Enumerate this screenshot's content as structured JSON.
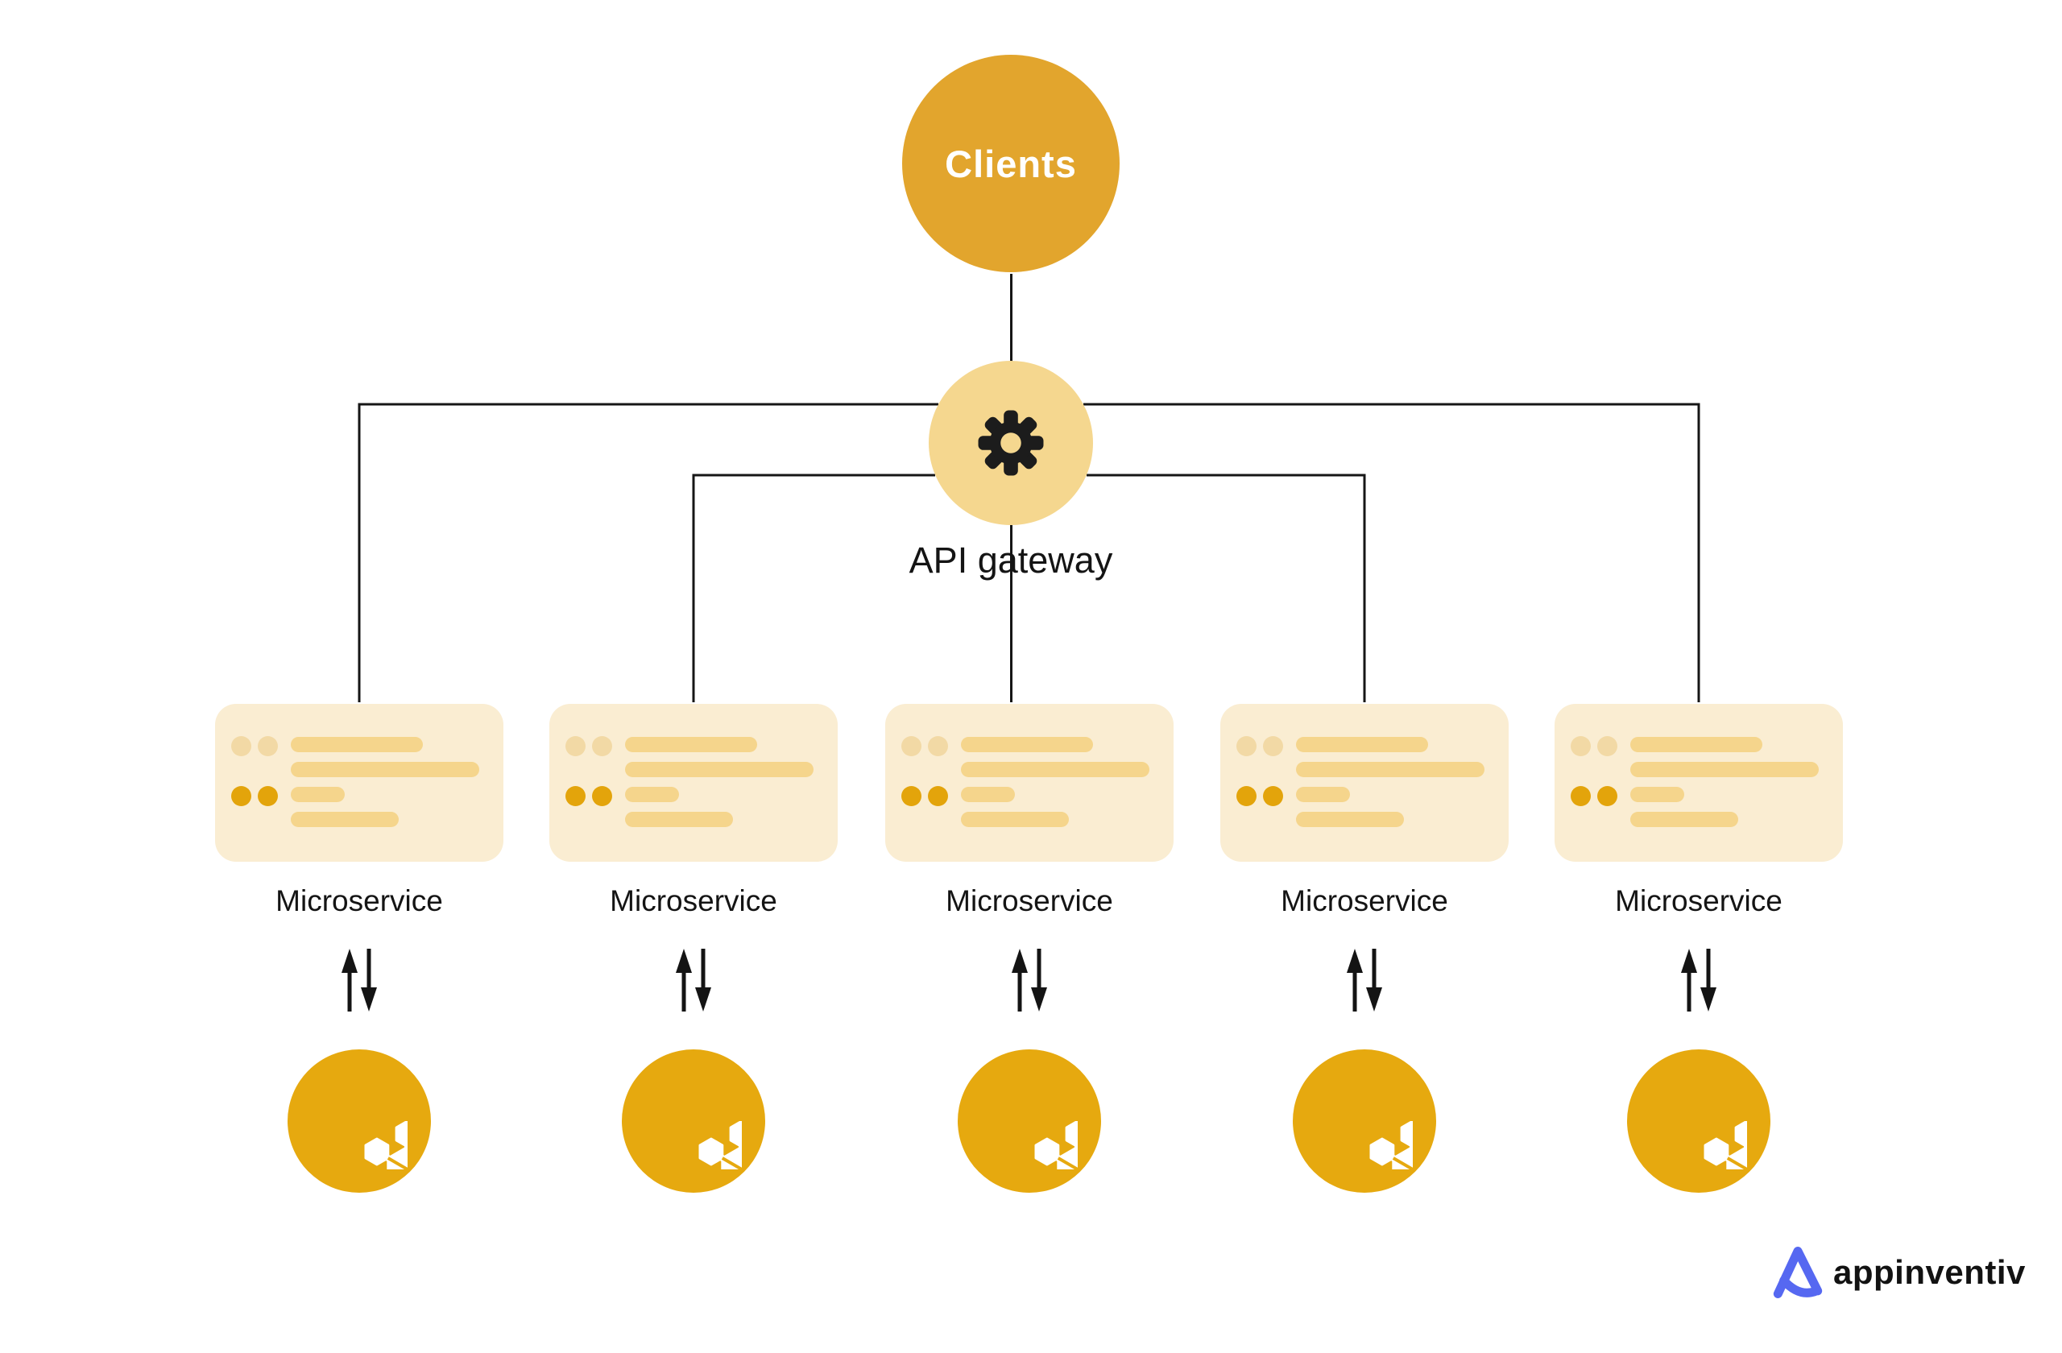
{
  "diagram": {
    "clients": {
      "label": "Clients"
    },
    "gateway": {
      "label": "API gateway",
      "icon": "gear-icon"
    },
    "microservices": [
      {
        "label": "Microservice"
      },
      {
        "label": "Microservice"
      },
      {
        "label": "Microservice"
      },
      {
        "label": "Microservice"
      },
      {
        "label": "Microservice"
      }
    ],
    "icons": {
      "gateway": "gear-icon",
      "service_node": "cube-network-icon",
      "exchange": "up-down-arrows-icon"
    }
  },
  "logo": {
    "text": "appinventiv"
  },
  "colors": {
    "amber": "#E2A52D",
    "amber_deep": "#E6A90F",
    "pale_gold": "#F5D78F",
    "card_bg": "#FAEDD2",
    "bar": "#F5D58C",
    "dot_light": "#F2D9A5",
    "dot_dark": "#E3A40B",
    "ink": "#161616",
    "logo_blue": "#5668F1"
  }
}
